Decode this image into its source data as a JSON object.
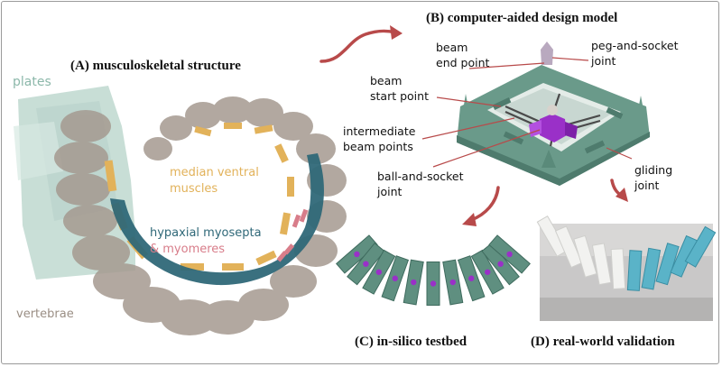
{
  "panels": {
    "a_title": "(A) musculoskeletal structure",
    "b_title": "(B) computer-aided design model",
    "c_title": "(C) in-silico testbed",
    "d_title": "(D) real-world validation"
  },
  "labels_a": {
    "plates": "plates",
    "median_ventral_1": "median ventral",
    "median_ventral_2": "muscles",
    "hypaxial_1": "hypaxial myosepta",
    "hypaxial_2": "& myomeres",
    "vertebrae": "vertebrae"
  },
  "labels_b": {
    "beam_end_1": "beam",
    "beam_end_2": "end point",
    "peg_socket_1": "peg-and-socket",
    "peg_socket_2": "joint",
    "beam_start_1": "beam",
    "beam_start_2": "start point",
    "intermediate_1": "intermediate",
    "intermediate_2": "beam points",
    "ball_socket_1": "ball-and-socket",
    "ball_socket_2": "joint",
    "gliding_1": "gliding",
    "gliding_2": "joint"
  },
  "colors": {
    "teal_model": "#6a9a8a",
    "purple_joint": "#9a30c8",
    "arrow_red": "#b84a4a",
    "ventral_gold": "#e2b25a",
    "hypaxial_blue": "#2f6878",
    "myomere_pink": "#d87d8a",
    "plates_green": "#8cb8aa",
    "vertebrae_gray": "#9a8e84"
  }
}
